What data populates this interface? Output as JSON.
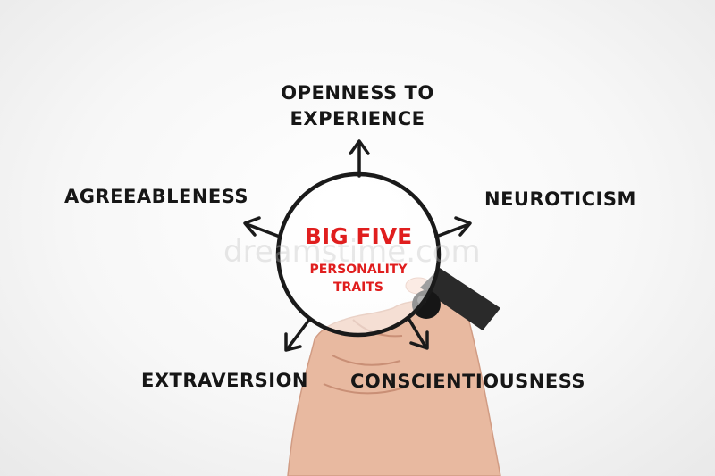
{
  "diagram": {
    "center": {
      "title": "BIG FIVE",
      "subtitle_line1": "PERSONALITY",
      "subtitle_line2": "TRAITS"
    },
    "traits": {
      "openness_line1": "OPENNESS TO",
      "openness_line2": "EXPERIENCE",
      "agreeableness": "AGREEABLENESS",
      "neuroticism": "NEUROTICISM",
      "extraversion": "EXTRAVERSION",
      "conscientiousness": "CONSCIENTIOUSNESS"
    },
    "watermark": "dreamstime.com"
  },
  "colors": {
    "accent": "#e01e1e",
    "ink": "#161616",
    "background": "#f4f4f4"
  }
}
